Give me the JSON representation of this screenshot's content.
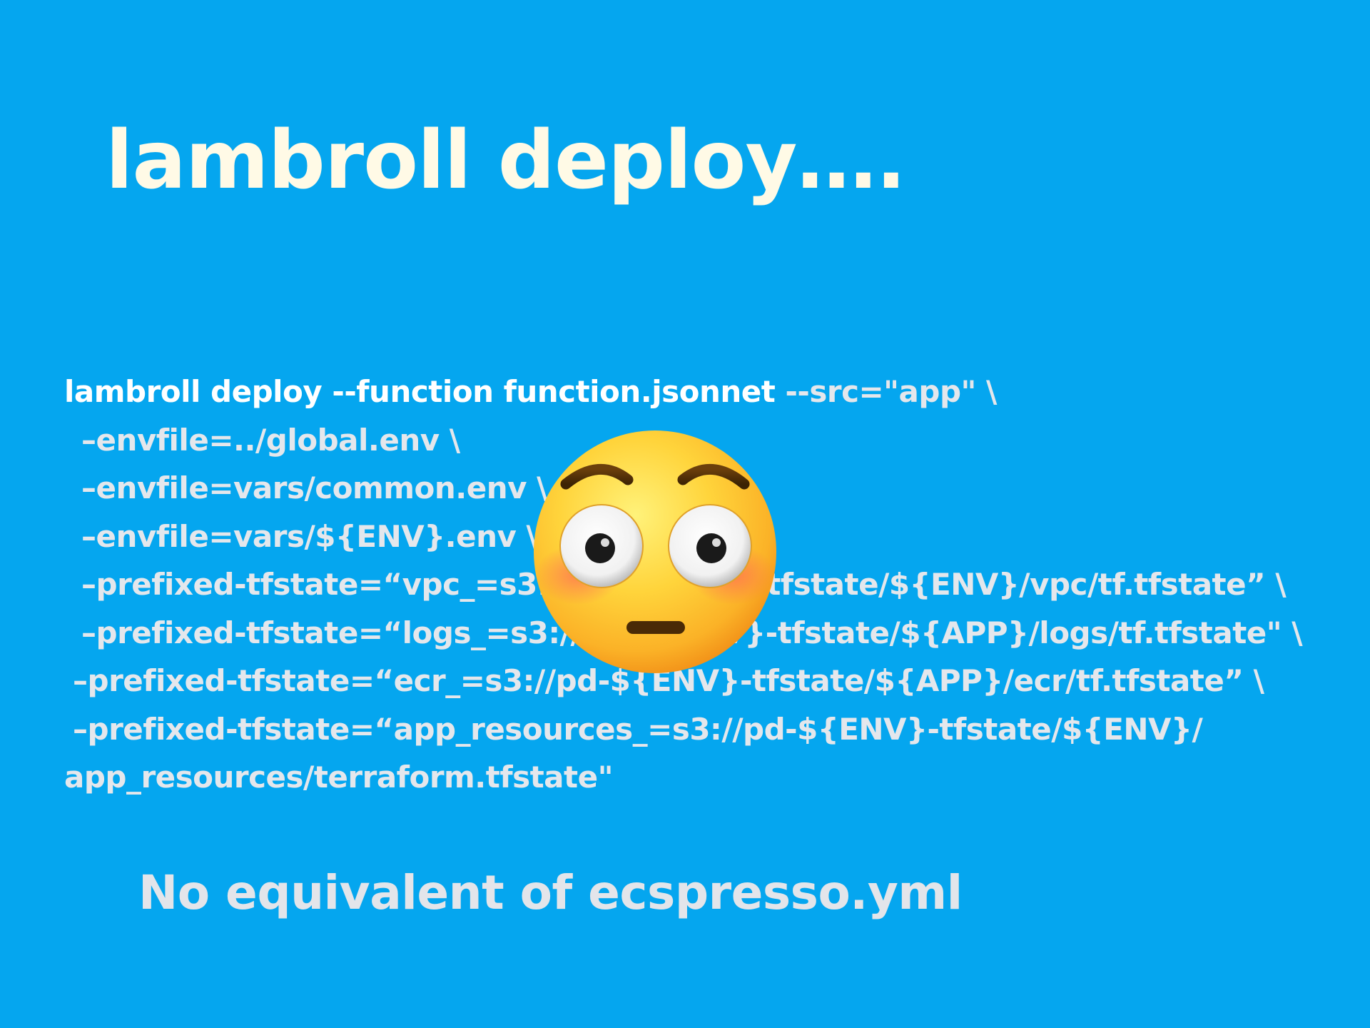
{
  "slide": {
    "title": "lambroll deploy….",
    "command": {
      "line1_cmd": "lambroll deploy --function function.jsonnet",
      "line1_rest": " --src=\"app\" \\",
      "lines": [
        "–envfile=../global.env \\",
        "–envfile=vars/common.env \\",
        "–envfile=vars/${ENV}.env \\",
        "–prefixed-tfstate=“vpc_=s3://pd-${ENV}-tfstate/${ENV}/vpc/tf.tfstate” \\",
        "–prefixed-tfstate=“logs_=s3://pd-${ENV}-tfstate/${APP}/logs/tf.tfstate\" \\",
        "–prefixed-tfstate=“ecr_=s3://pd-${ENV}-tfstate/${APP}/ecr/tf.tfstate” \\",
        "–prefixed-tfstate=“app_resources_=s3://pd-${ENV}-tfstate/${ENV}/",
        "app_resources/terraform.tfstate\""
      ]
    },
    "footer": "No equivalent of ecspresso.yml",
    "emoji": "flushed-face-icon",
    "colors": {
      "background": "#05a6ef",
      "title": "#fffae6",
      "code": "#e4e7ec",
      "code_highlight": "#ffffff",
      "footer": "#e3e5ea"
    }
  }
}
